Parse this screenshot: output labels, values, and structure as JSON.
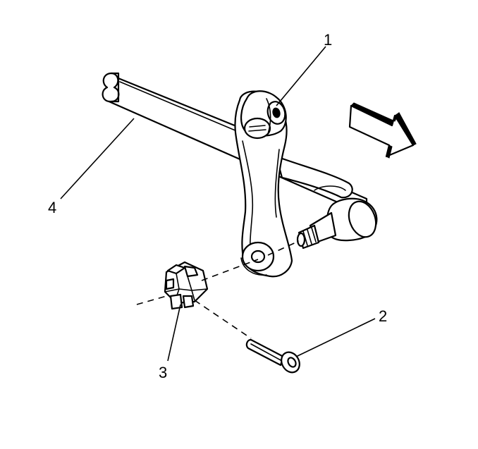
{
  "callouts": {
    "c1": "1",
    "c2": "2",
    "c3": "3",
    "c4": "4"
  },
  "parts": {
    "pitman_arm": "pitman-arm",
    "cotter_pin": "cotter-pin",
    "slotted_nut": "castle-nut",
    "relay_rod": "relay-rod",
    "direction_arrow": "forward-arrow-icon"
  },
  "colors": {
    "ink": "#000000",
    "background": "#ffffff"
  }
}
